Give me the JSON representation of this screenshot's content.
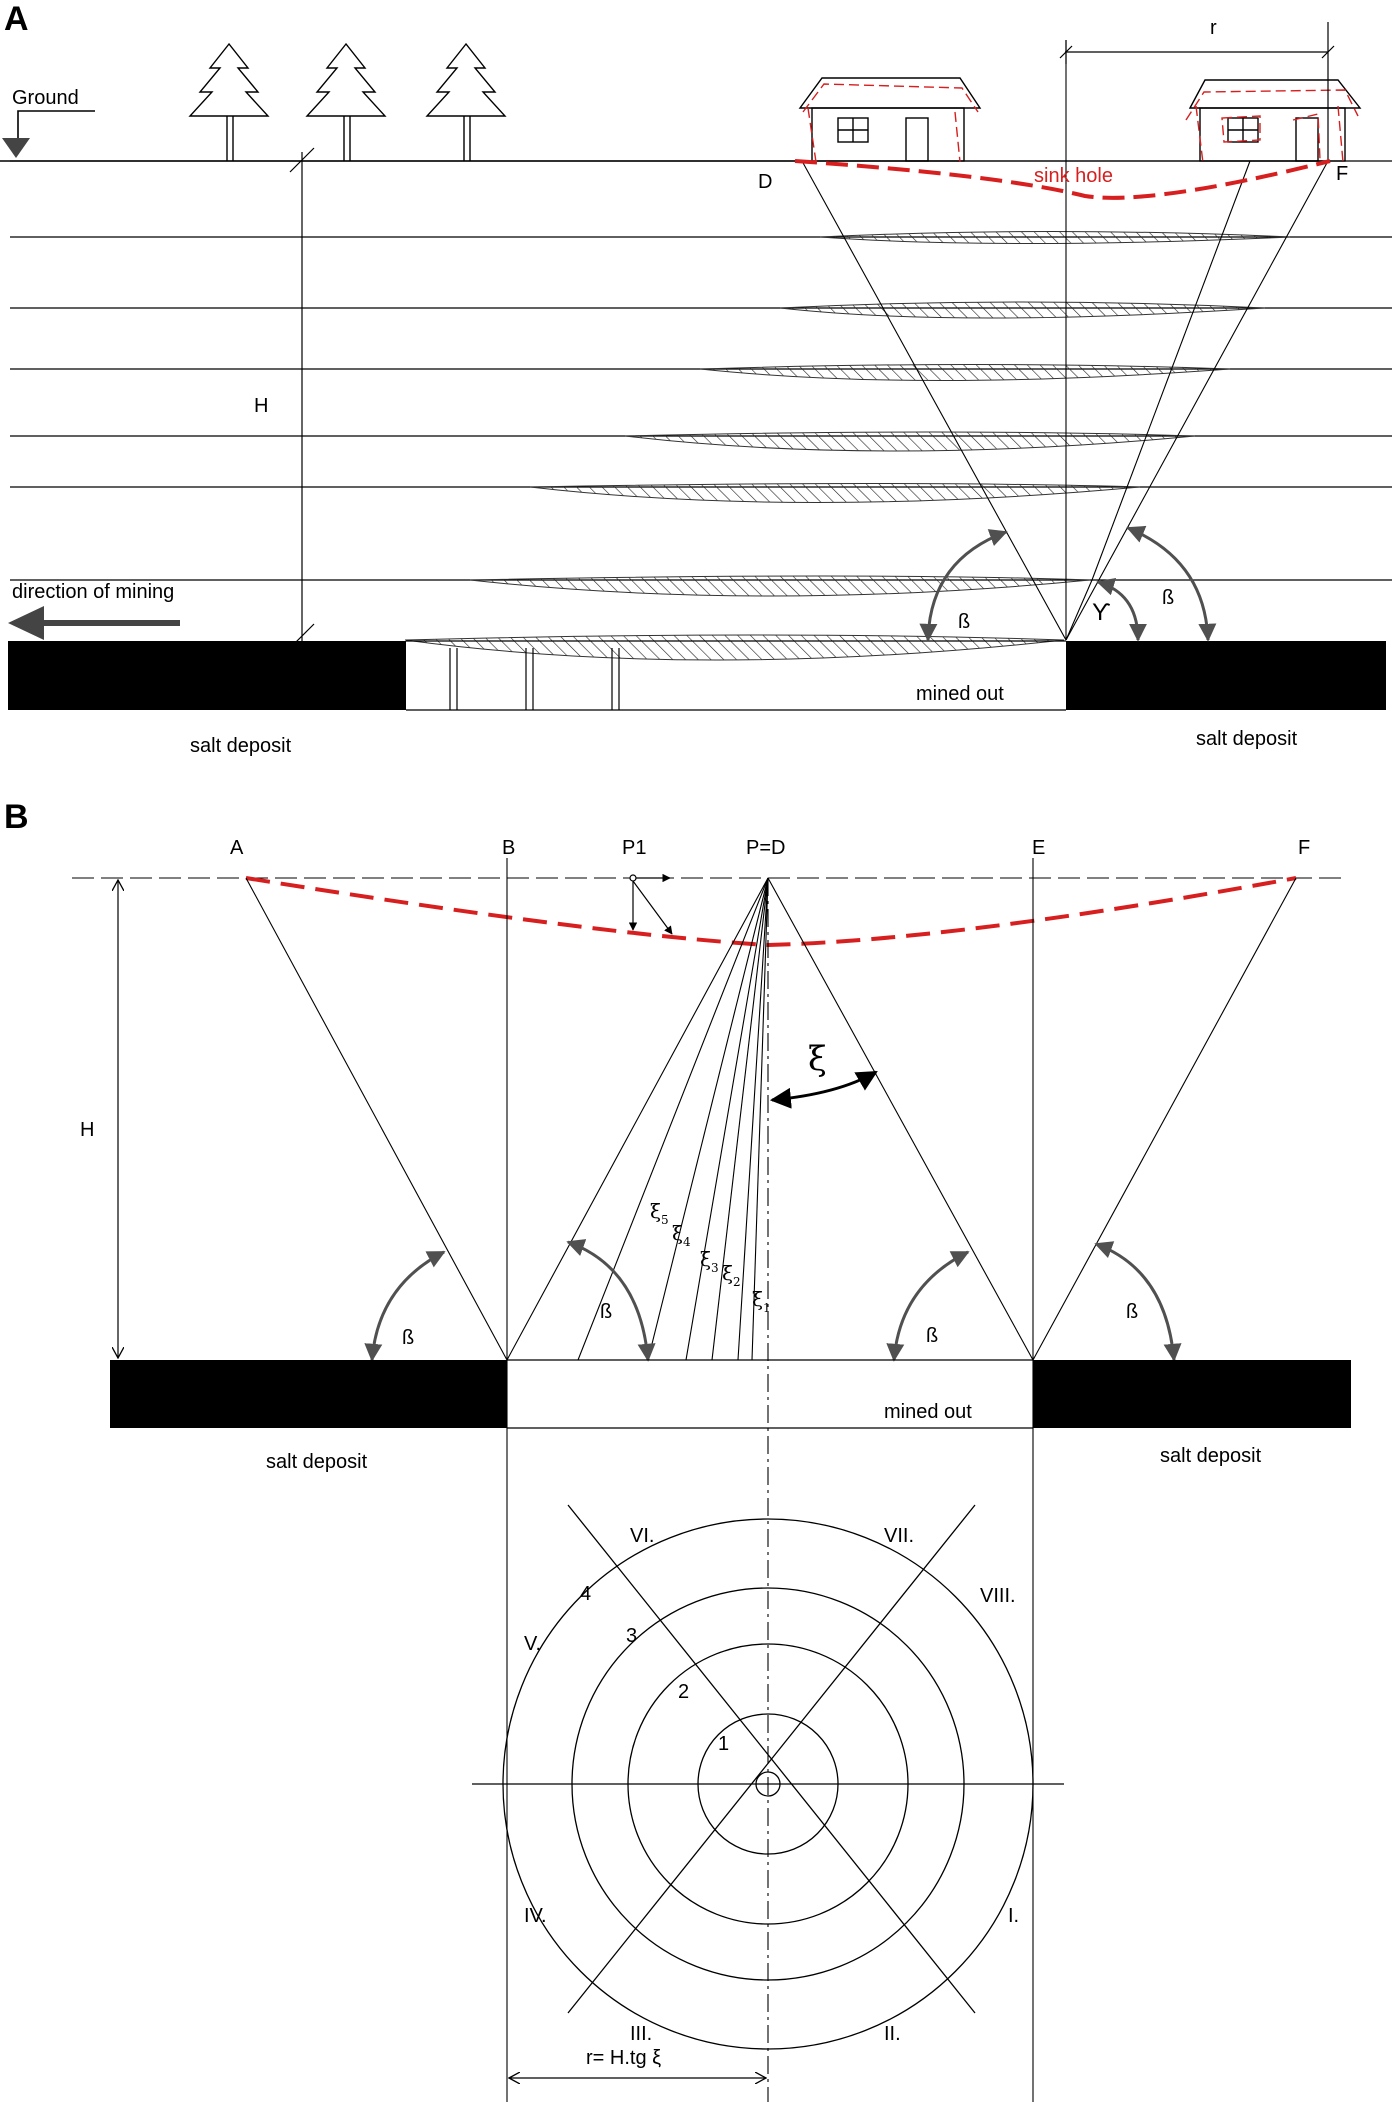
{
  "panel_a": {
    "panel_label": "A",
    "ground": "Ground",
    "sinkhole": "sink hole",
    "point_d": "D",
    "point_f": "F",
    "r": "r",
    "h": "H",
    "direction": "direction of mining",
    "beta_left": "ß",
    "beta_right": "ß",
    "gamma": "ϒ",
    "mined_out": "mined out",
    "salt_left": "salt deposit",
    "salt_right": "salt deposit"
  },
  "panel_b": {
    "panel_label": "B",
    "point_a": "A",
    "point_b": "B",
    "point_p1": "P1",
    "point_pd": "P=D",
    "point_e": "E",
    "point_f": "F",
    "h": "H",
    "xi": "ξ",
    "xi_labels": [
      {
        "base": "ξ",
        "sub": "5"
      },
      {
        "base": "ξ",
        "sub": "4"
      },
      {
        "base": "ξ",
        "sub": "3"
      },
      {
        "base": "ξ",
        "sub": "2"
      },
      {
        "base": "ξ",
        "sub": "1"
      }
    ],
    "beta_1": "ß",
    "beta_2": "ß",
    "beta_3": "ß",
    "beta_4": "ß",
    "mined_out": "mined out",
    "salt_left": "salt deposit",
    "salt_right": "salt deposit",
    "ring_labels": [
      "1",
      "2",
      "3",
      "4"
    ],
    "sectors": [
      "I.",
      "II.",
      "III.",
      "IV.",
      "V.",
      "VI.",
      "VII.",
      "VIII."
    ],
    "formula": "r= H.tg ξ"
  },
  "colors": {
    "line": "#000000",
    "arrow": "#505050",
    "sinkhole_red": "#d71f1f",
    "deposit": "#000000"
  }
}
